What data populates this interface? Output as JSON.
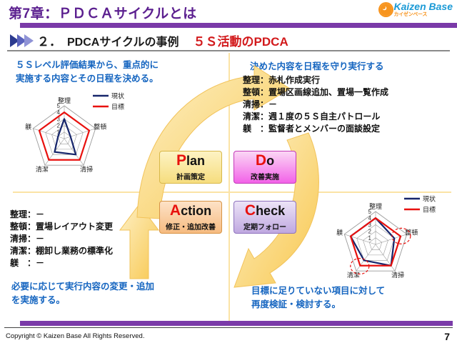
{
  "header": {
    "title": "第7章：ＰＤＣＡサイクルとは",
    "logo_main": "Kaizen Base",
    "logo_sub": "カイゼンベース",
    "logo_icon": "gear-icon"
  },
  "section": {
    "number": "２．",
    "title": "PDCAサイクルの事例",
    "highlight": "５Ｓ活動のPDCA"
  },
  "quadrants": {
    "top_left": {
      "heading": "５Ｓレベル評価結果から、重点的に\n実施する内容とその日程を決める。"
    },
    "top_right": {
      "heading": "決めた内容を日程を守り実行する",
      "items": "整理：赤札作成実行\n整頓：置場区画線追加、置場一覧作成\n清掃：－\n清潔：週１度の５Ｓ自主パトロール\n躾　：監督者とメンバーの面談設定"
    },
    "bottom_left": {
      "items": "整理：－\n整頓：置場レイアウト変更\n清掃：－\n清潔：棚卸し業務の標準化\n躾　：－",
      "footer": "必要に応じて実行内容の変更・追加\nを実施する。"
    },
    "bottom_right": {
      "footer": "目標に足りていない項目に対して\n再度検証・検討する。"
    }
  },
  "pdca": [
    {
      "cap": "P",
      "rest": "lan",
      "sub": "計画策定",
      "color": "#f6dd7e"
    },
    {
      "cap": "D",
      "rest": "o",
      "sub": "改善実施",
      "color": "#f262e8"
    },
    {
      "cap": "A",
      "rest": "ction",
      "sub": "修正・追加改善",
      "color": "#f6bb80"
    },
    {
      "cap": "C",
      "rest": "heck",
      "sub": "定期フォロー",
      "color": "#bfa8e0"
    }
  ],
  "chart_data": [
    {
      "type": "radar",
      "id": "before",
      "title": "",
      "categories": [
        "整理",
        "整頓",
        "清掃",
        "清潔",
        "躾"
      ],
      "tick_labels": [
        "1",
        "2",
        "3",
        "4",
        "5"
      ],
      "rlim": [
        0,
        5
      ],
      "grid": true,
      "legend_position": "top-right",
      "series": [
        {
          "name": "現状",
          "color": "#16256b",
          "values": [
            3,
            1,
            3,
            2.5,
            1
          ]
        },
        {
          "name": "目標",
          "color": "#e8110e",
          "values": [
            4,
            4,
            4,
            4,
            4
          ]
        }
      ]
    },
    {
      "type": "radar",
      "id": "after",
      "title": "",
      "categories": [
        "整理",
        "整頓",
        "清掃",
        "清潔",
        "躾"
      ],
      "tick_labels": [
        "1",
        "2",
        "3",
        "4",
        "5"
      ],
      "rlim": [
        0,
        5
      ],
      "grid": true,
      "legend_position": "top-right",
      "annotations": [
        {
          "label": "gap-circle-seiton",
          "category": "整頓"
        },
        {
          "label": "gap-circle-seiketsu",
          "category": "清潔"
        }
      ],
      "series": [
        {
          "name": "現状",
          "color": "#16256b",
          "values": [
            4,
            3,
            4,
            3,
            4
          ]
        },
        {
          "name": "目標",
          "color": "#e8110e",
          "values": [
            4,
            4,
            4,
            4,
            4
          ]
        }
      ]
    }
  ],
  "footer": {
    "copyright": "Copyright ©  Kaizen Base  All Rights Reserved.",
    "page": "7"
  }
}
